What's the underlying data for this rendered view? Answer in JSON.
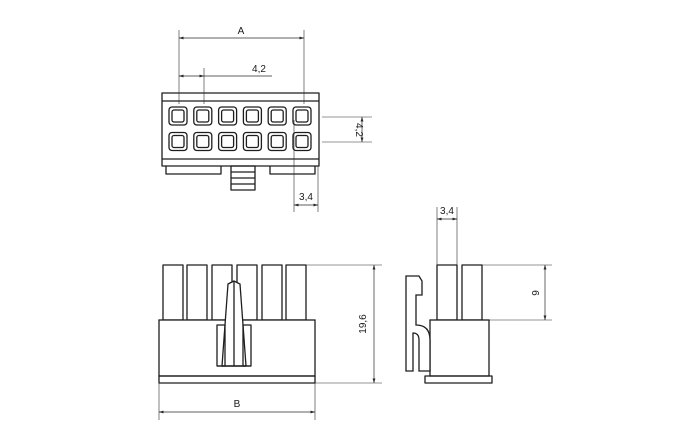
{
  "dimensions": {
    "A": "A",
    "pitch_horizontal": "4,2",
    "pitch_vertical": "4,2",
    "terminal_offset": "3,4",
    "side_width": "3,4",
    "height_total": "19,6",
    "height_pin": "9",
    "B": "B"
  }
}
